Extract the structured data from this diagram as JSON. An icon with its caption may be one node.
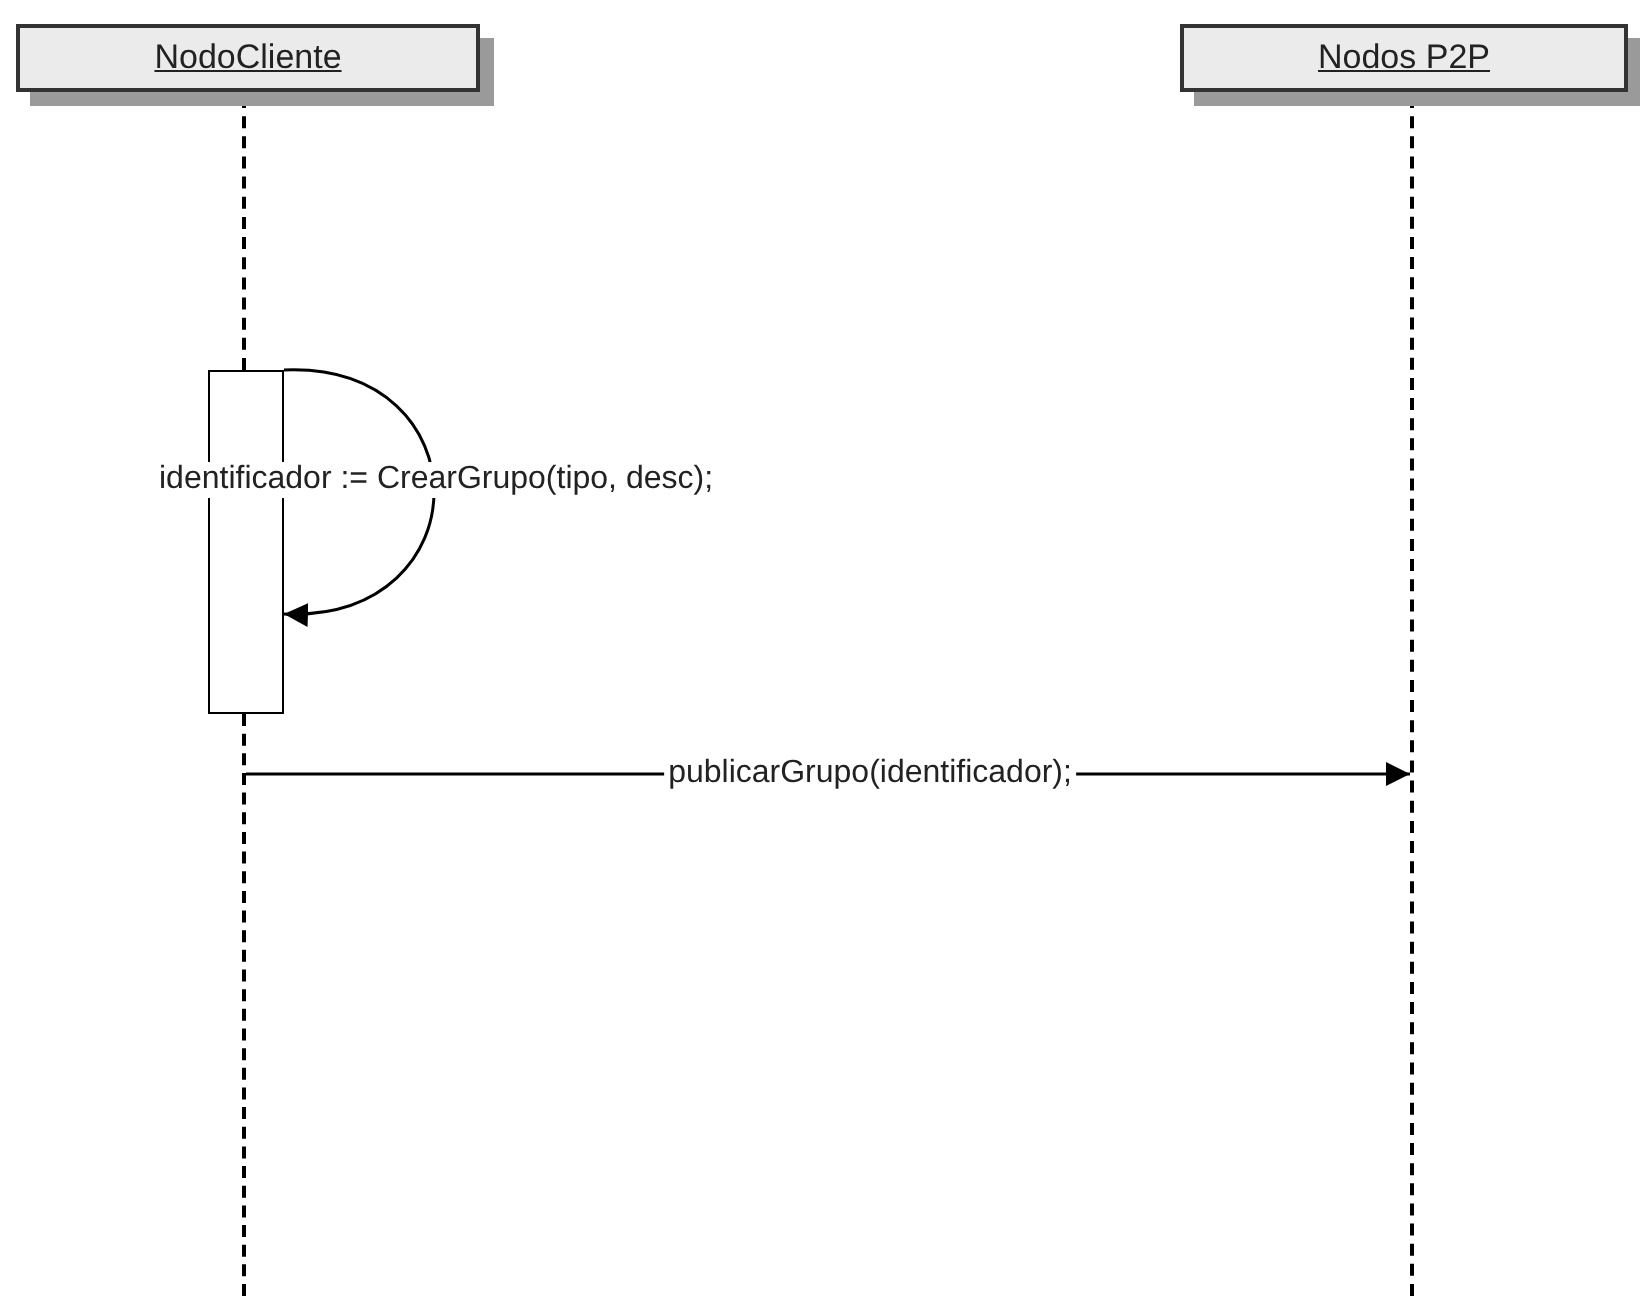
{
  "diagram": {
    "nodes": [
      {
        "text": [
          "NodoCliente"
        ]
      },
      {
        "text": [
          "Nodos P2P"
        ]
      },
      {
        "text": [],
        "shape": "box"
      },
      {
        "text": [],
        "shape": "line"
      },
      {
        "text": [],
        "shape": "line"
      },
      {
        "text": [],
        "shape": "line"
      }
    ],
    "edges": [
      {
        "from": 2,
        "to": 2,
        "arrow": "to",
        "label": "identificador := CrearGrupo(tipo, desc);"
      },
      {
        "from": 4,
        "to": 5,
        "arrow": "to",
        "label": "publicarGrupo(identificador);"
      }
    ]
  }
}
